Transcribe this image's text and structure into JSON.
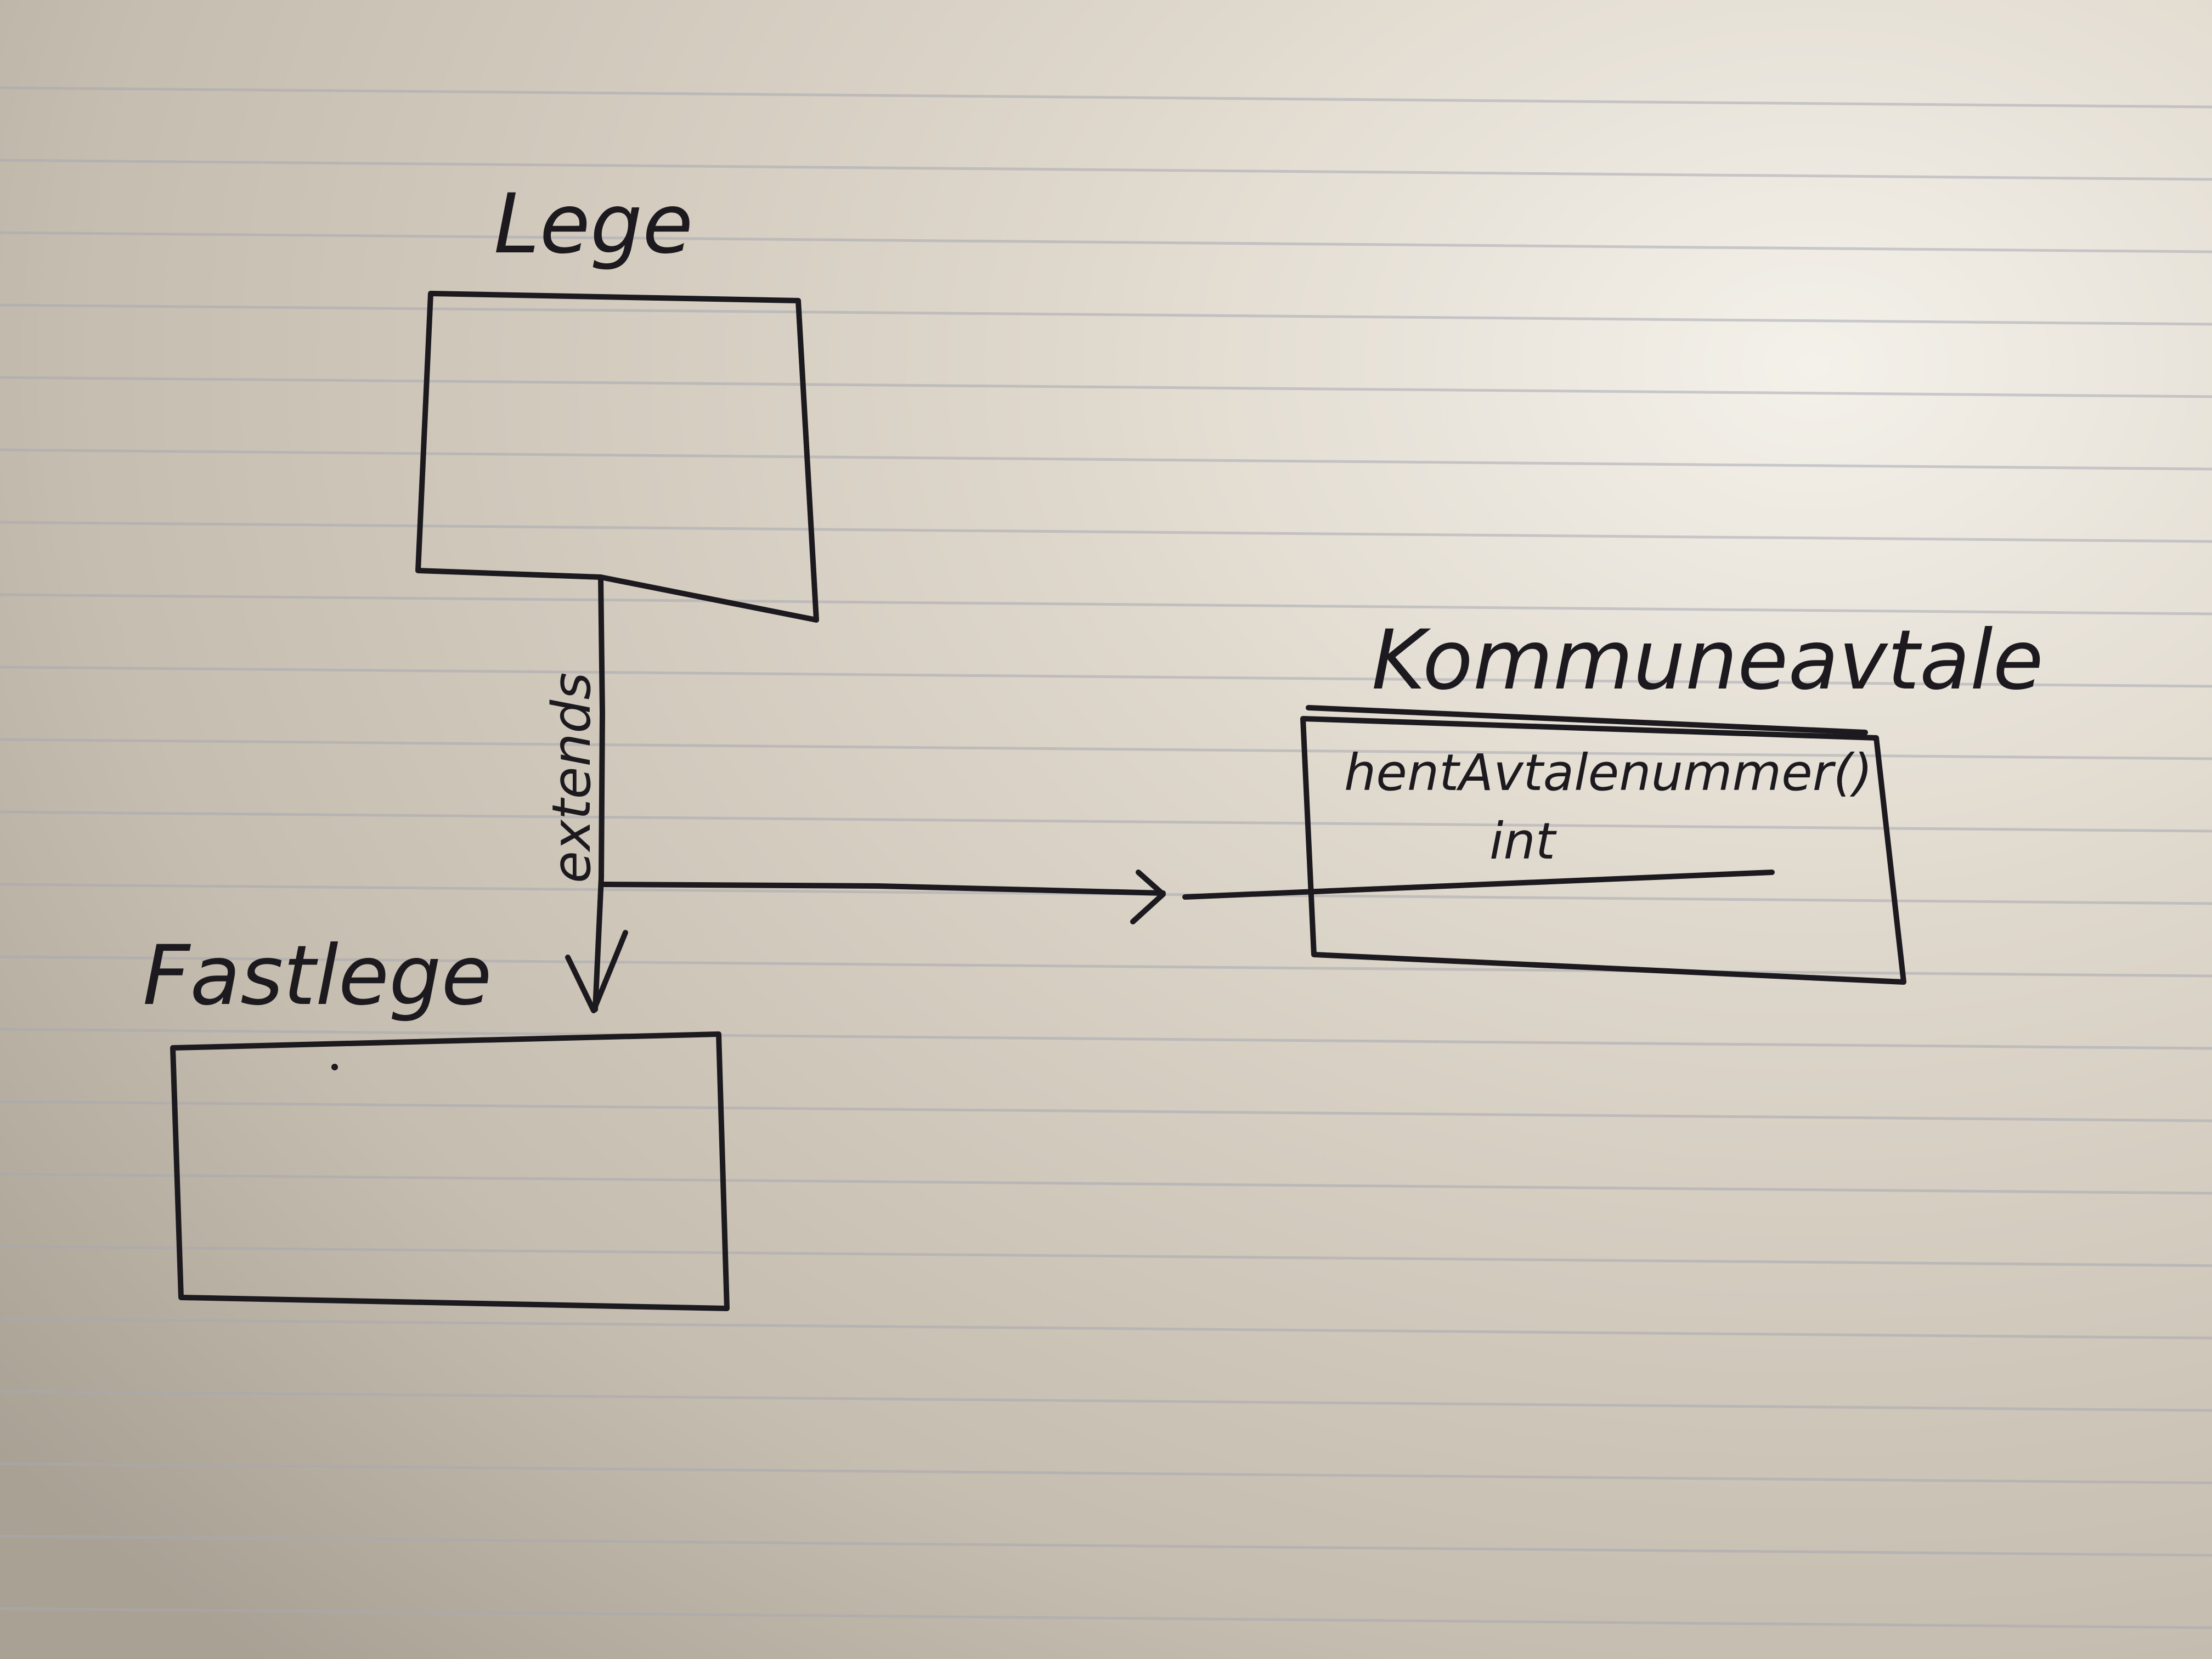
{
  "diagram": {
    "classes": {
      "lege": {
        "name": "Lege"
      },
      "fastlege": {
        "name": "Fastlege"
      },
      "kommuneavtale": {
        "name": "Kommuneavtale",
        "method": "hentAvtalenummer()",
        "return_type": "int"
      }
    },
    "relations": {
      "inheritance": {
        "label": "extends"
      }
    }
  },
  "colors": {
    "ink": "#1c1a1f",
    "paper": "#d4ccbf",
    "rule_line": "#a9a9b3"
  }
}
